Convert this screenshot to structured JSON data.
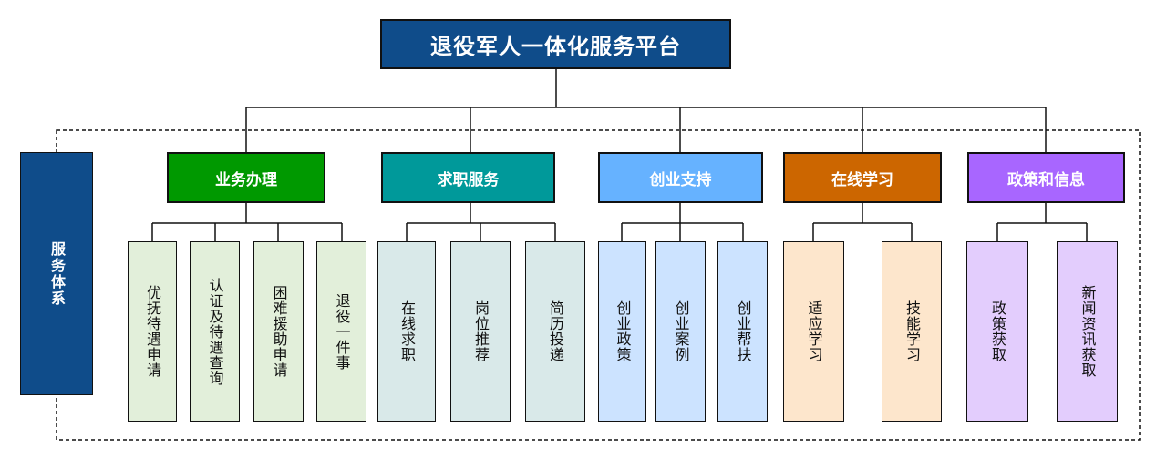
{
  "platform": {
    "title": "退役军人一体化服务平台"
  },
  "side_label": "服务体系",
  "categories": [
    {
      "label": "业务办理",
      "color": "#009900",
      "leaf_color": "#e2efda",
      "items": [
        "优抚待遇申请",
        "认证及待遇查询",
        "困难援助申请",
        "退役一件事"
      ]
    },
    {
      "label": "求职服务",
      "color": "#00999a",
      "leaf_color": "#d9e9e9",
      "items": [
        "在线求职",
        "岗位推荐",
        "简历投递"
      ]
    },
    {
      "label": "创业支持",
      "color": "#66b2ff",
      "leaf_color": "#cce3ff",
      "items": [
        "创业政策",
        "创业案例",
        "创业帮扶"
      ]
    },
    {
      "label": "在线学习",
      "color": "#cc6600",
      "leaf_color": "#fde6cc",
      "items": [
        "适应学习",
        "技能学习"
      ]
    },
    {
      "label": "政策和信息",
      "color": "#a866ff",
      "leaf_color": "#e3cdfd",
      "items": [
        "政策获取",
        "新闻资讯获取"
      ]
    }
  ]
}
